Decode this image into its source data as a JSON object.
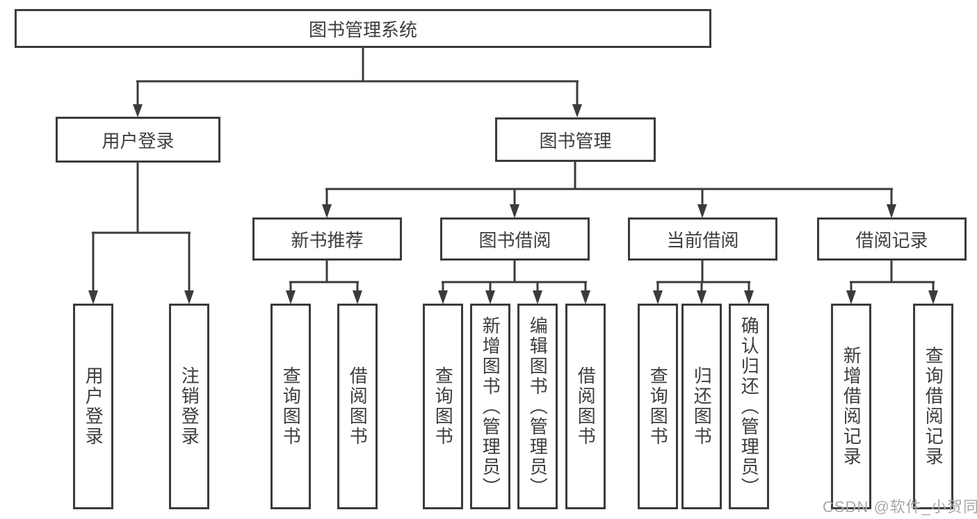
{
  "diagram": {
    "title": "图书管理系统",
    "branches": [
      {
        "label": "用户登录",
        "leaves": [
          "用户登录",
          "注销登录"
        ]
      },
      {
        "label": "图书管理",
        "children": [
          {
            "label": "新书推荐",
            "leaves": [
              "查询图书",
              "借阅图书"
            ]
          },
          {
            "label": "图书借阅",
            "leaves": [
              "查询图书",
              "新增图书（管理员）",
              "编辑图书（管理员）",
              "借阅图书"
            ]
          },
          {
            "label": "当前借阅",
            "leaves": [
              "查询图书",
              "归还图书",
              "确认归还（管理员）"
            ]
          },
          {
            "label": "借阅记录",
            "leaves": [
              "新增借阅记录",
              "查询借阅记录"
            ]
          }
        ]
      }
    ]
  },
  "watermark": "CSDN @软件_小贺同学",
  "colors": {
    "line": "#3b3b3b",
    "text": "#3d3d3d",
    "watermark": "#a8a8a8",
    "background": "#ffffff"
  }
}
